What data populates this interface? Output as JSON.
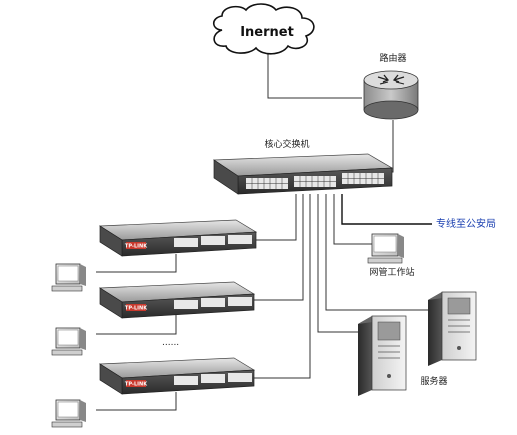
{
  "labels": {
    "internet": "Inernet",
    "router": "路由器",
    "core_switch": "核心交换机",
    "police_line": "专线至公安局",
    "workstation": "网管工作站",
    "servers": "服务器",
    "ellipsis": "......"
  },
  "switches": [
    {
      "brand": "TP-LINK"
    },
    {
      "brand": "TP-LINK"
    },
    {
      "brand": "TP-LINK"
    }
  ],
  "colors": {
    "line": "#333333",
    "police_line": "#1a3fb0",
    "device_dark": "#3a3a3a",
    "device_mid": "#7a7a7a",
    "device_light": "#d6d6d6"
  }
}
